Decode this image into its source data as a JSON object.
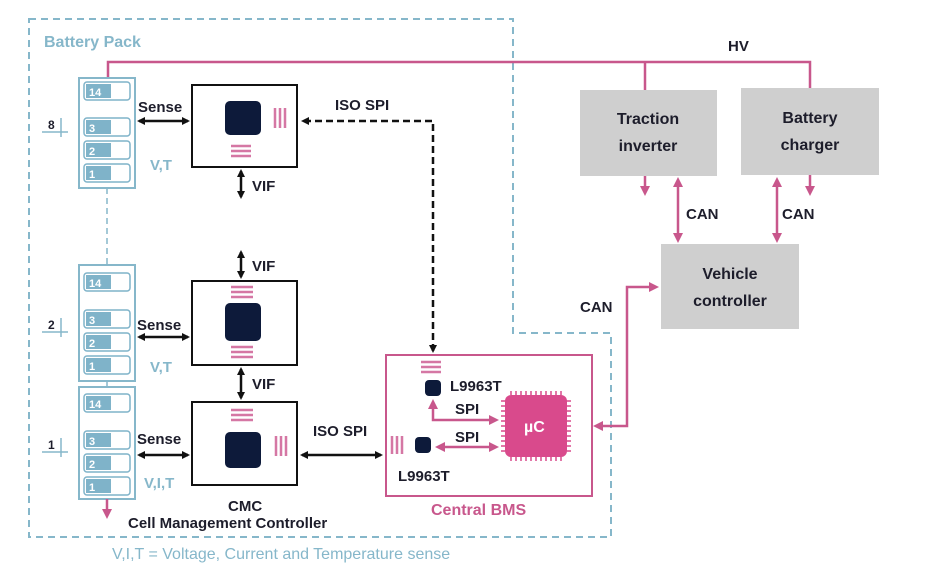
{
  "colors": {
    "pack_border": "#86b7ca",
    "cell_fill": "#7fb3c9",
    "hv_line": "#c8578c",
    "bms_border": "#c8578c",
    "mcu_fill": "#d94a8c",
    "chip_fill": "#0d1a3a",
    "system_box_fill": "#cfcfcf",
    "dark_text": "#1d1d2b"
  },
  "battery_pack": {
    "title": "Battery Pack",
    "modules": [
      {
        "index_label": "8",
        "cells": [
          "14",
          "3",
          "2",
          "1"
        ],
        "sense_label": "Sense",
        "measure_label": "V,T"
      },
      {
        "index_label": "2",
        "cells": [
          "14",
          "3",
          "2",
          "1"
        ],
        "sense_label": "Sense",
        "measure_label": "V,T"
      },
      {
        "index_label": "1",
        "cells": [
          "14",
          "3",
          "2",
          "1"
        ],
        "sense_label": "Sense",
        "measure_label": "V,I,T"
      }
    ],
    "vif_labels": [
      "VIF",
      "VIF",
      "VIF"
    ],
    "iso_spi_top": "ISO SPI",
    "iso_spi_bottom": "ISO SPI",
    "cmc_label": "CMC",
    "cmc_full": "Cell Management Controller"
  },
  "central_bms": {
    "title": "Central BMS",
    "chip_top": "L9963T",
    "chip_bottom": "L9963T",
    "spi_top": "SPI",
    "spi_bottom": "SPI",
    "mcu_label": "µC"
  },
  "vehicle": {
    "hv_label": "HV",
    "traction_inverter": [
      "Traction",
      "inverter"
    ],
    "battery_charger": [
      "Battery",
      "charger"
    ],
    "vehicle_controller": [
      "Vehicle",
      "controller"
    ],
    "can_inverter": "CAN",
    "can_charger": "CAN",
    "can_bms": "CAN"
  },
  "legend": "V,I,T = Voltage, Current and Temperature sense"
}
